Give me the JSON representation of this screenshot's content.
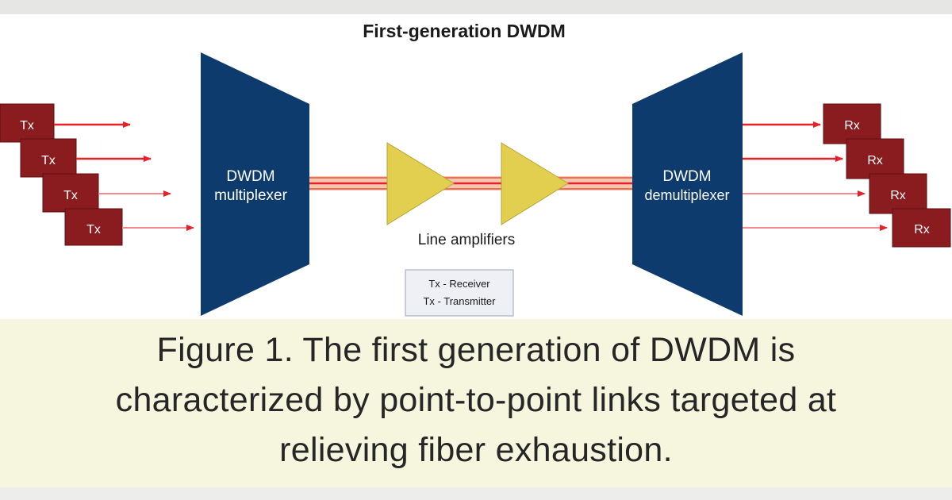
{
  "diagram": {
    "title": "First-generation DWDM",
    "transmitters": [
      "Tx",
      "Tx",
      "Tx",
      "Tx"
    ],
    "receivers": [
      "Rx",
      "Rx",
      "Rx",
      "Rx"
    ],
    "multiplexer": [
      "DWDM",
      "multiplexer"
    ],
    "demultiplexer": [
      "DWDM",
      "demultiplexer"
    ],
    "amplifiers_label": "Line amplifiers",
    "legend": [
      "Tx - Receiver",
      "Tx - Transmitter"
    ],
    "colors": {
      "tx_rx": "#8a1b1f",
      "mux": "#0d3b6e",
      "amplifier": "#e2cf50",
      "signal": "#e52229",
      "fiber_glow": "#f6b99c"
    }
  },
  "caption": {
    "line1": "Figure 1. The first generation of DWDM is",
    "line2": "characterized by point-to-point links targeted at",
    "line3": "relieving fiber exhaustion."
  }
}
